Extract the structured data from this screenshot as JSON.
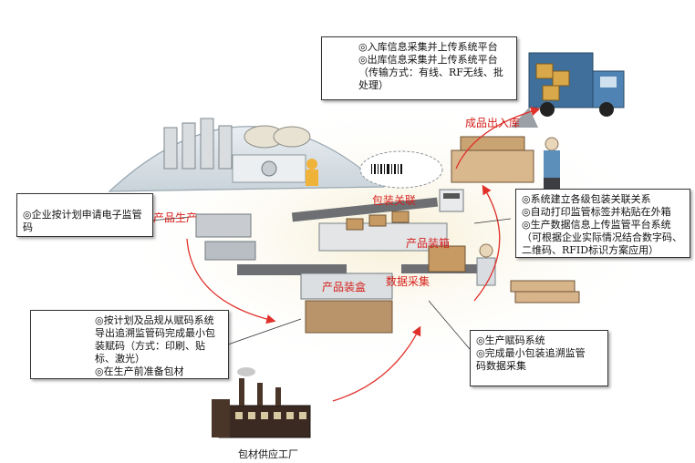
{
  "callouts": {
    "warehouse": {
      "lines": [
        "◎入库信息采集并上传系统平台",
        "◎出库信息采集并上传系统平台",
        "（传输方式：有线、RF无线、批",
        "处理）"
      ]
    },
    "plan": {
      "lines": [
        "◎企业按计划申请电子监管码"
      ]
    },
    "association": {
      "lines": [
        "◎系统建立各级包装关联关系",
        "◎自动打印监管标签并粘贴在外箱",
        "◎生产数据信息上传监管平台系统",
        "（可根据企业实际情况结合数字码、",
        "二维码、RFID标识方案应用）"
      ]
    },
    "coding": {
      "lines": [
        "◎按计划及品规从赋码系统",
        "导出追溯监管码完成最小包",
        "装赋码（方式：印刷、贴",
        "标、激光）",
        "◎在生产前准备包材"
      ]
    },
    "collection": {
      "lines": [
        "◎生产赋码系统",
        "◎完成最小包装追溯监管",
        "码数据采集"
      ]
    }
  },
  "labels": {
    "finished_goods": "成品出入库",
    "packaging_link": "包装关联",
    "production": "产品生产",
    "boxing": "产品装箱",
    "data_collection": "数据采集",
    "carton_packing": "产品装盒",
    "supplier": "包材供应工厂"
  },
  "colors": {
    "label_red": "#d4201b",
    "arrow_red": "#e0302a",
    "glow": "#f3e9c8",
    "conveyor": "#6d6f73"
  }
}
